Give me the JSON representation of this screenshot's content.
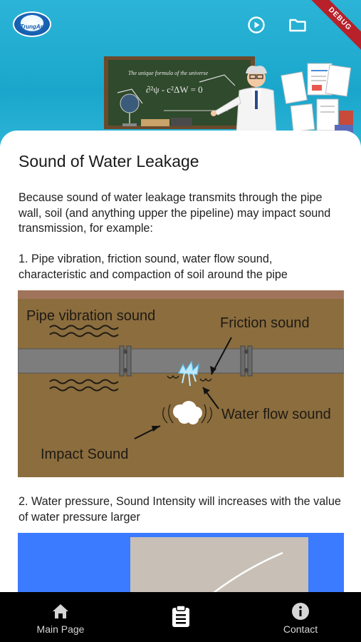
{
  "header": {
    "logo_text": "TrungAn",
    "debug_banner": "DEBUG",
    "icons": [
      "play-circle-icon",
      "folder-icon"
    ],
    "board_text": "The unique formula of the universe"
  },
  "article": {
    "title": "Sound of Water Leakage",
    "intro": "Because sound of water leakage transmits through the pipe wall, soil (and anything upper the pipeline) may impact sound transmission, for example:",
    "point1": "1. Pipe vibration, friction sound, water flow sound, characteristic and compaction of soil around the pipe",
    "figure1_labels": {
      "pipe_vibration": "Pipe vibration sound",
      "friction": "Friction sound",
      "water_flow": "Water flow sound",
      "impact": "Impact Sound"
    },
    "point2": "2. Water pressure, Sound Intensity will increases with the value of water pressure larger"
  },
  "bottom_nav": {
    "items": [
      {
        "label": "Main Page",
        "icon": "home-icon"
      },
      {
        "label": "",
        "icon": "clipboard-icon"
      },
      {
        "label": "Contact",
        "icon": "info-icon"
      }
    ]
  },
  "colors": {
    "header_bg": "#1aa6cc",
    "soil": "#8b6d3e",
    "pipe": "#7d7d7d",
    "nav_bg": "#000000",
    "figure2_bg": "#3b7bff"
  }
}
